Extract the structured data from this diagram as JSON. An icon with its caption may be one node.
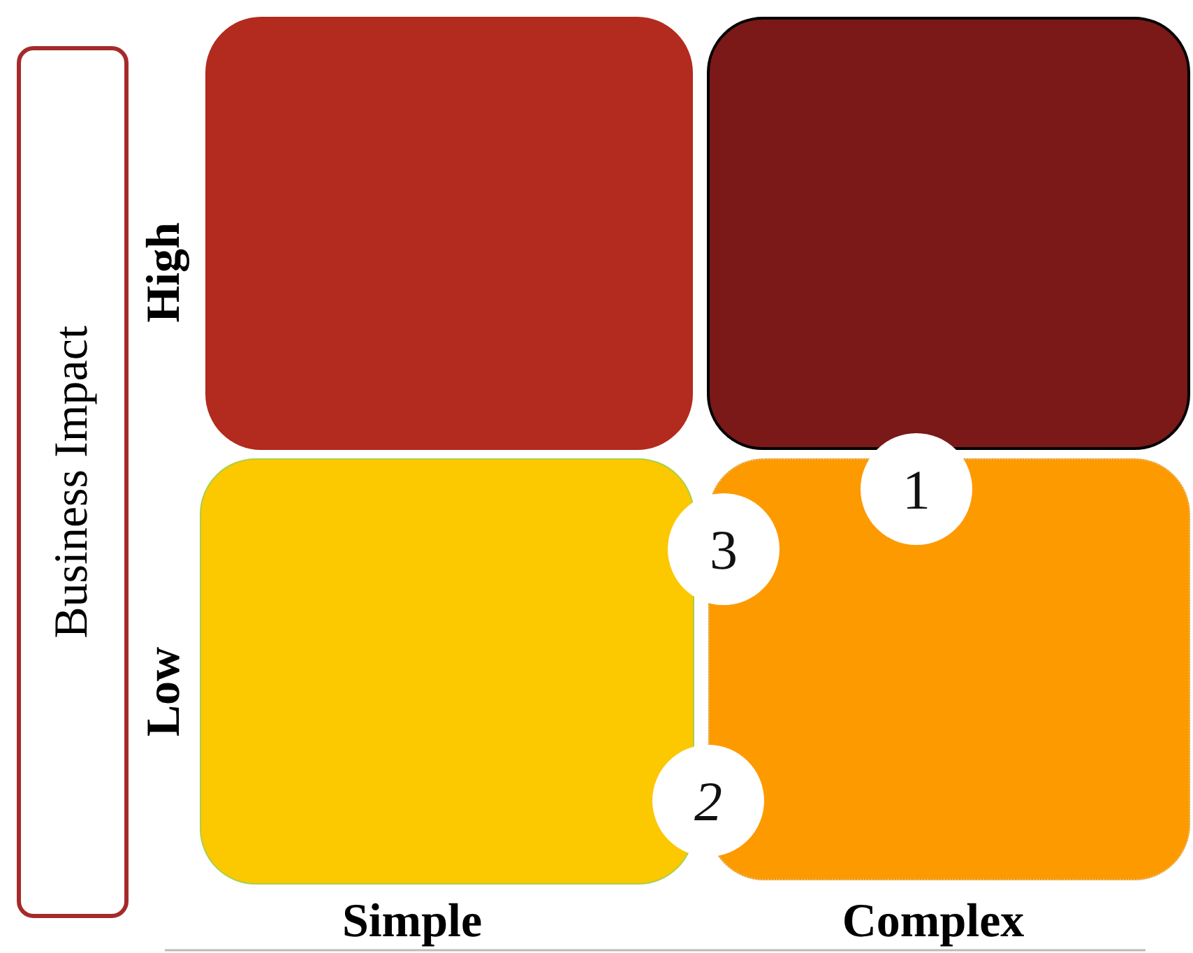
{
  "diagram": {
    "nodes": [
      {
        "text": [
          "Business Impact"
        ]
      },
      {
        "text": [],
        "shape": "box"
      },
      {
        "text": [],
        "shape": "box"
      },
      {
        "text": [
          "1"
        ]
      },
      {
        "text": [
          "3"
        ]
      },
      {
        "text": [],
        "shape": "box"
      },
      {
        "text": [],
        "shape": "box"
      },
      {
        "text": [
          "2"
        ]
      }
    ],
    "edges": [],
    "labels": [
      "High",
      "Low",
      "Simple",
      "Complex"
    ]
  }
}
